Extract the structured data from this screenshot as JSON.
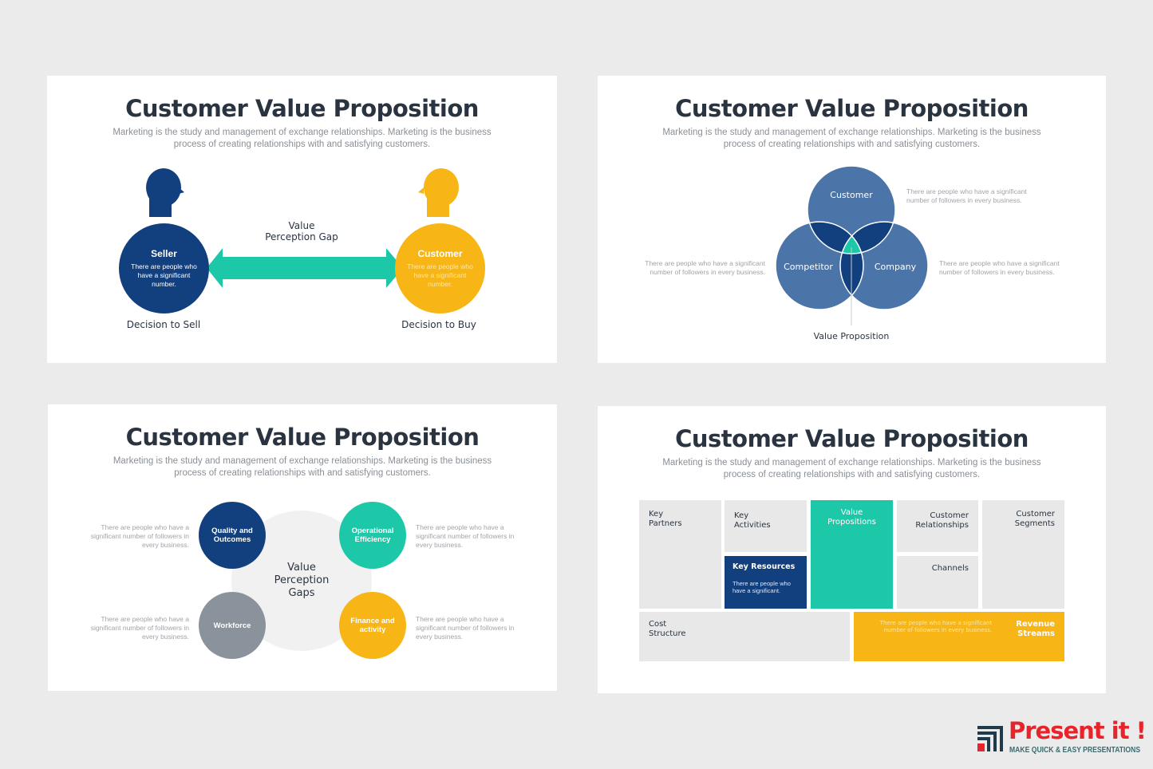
{
  "slide_title": "Customer Value Proposition",
  "slide_subtitle_1": "Marketing is the study and management of exchange relationships. Marketing is the business",
  "slide_subtitle_2": "process of creating relationships with and satisfying customers.",
  "slide1": {
    "gap_label_1": "Value",
    "gap_label_2": "Perception Gap",
    "seller": "Seller",
    "seller_text": "There are people who have a significant number.",
    "customer": "Customer",
    "customer_text": "There are people who have a significant number.",
    "decision_sell": "Decision to Sell",
    "decision_buy": "Decision to Buy"
  },
  "slide2": {
    "customer": "Customer",
    "competitor": "Competitor",
    "company": "Company",
    "value_prop": "Value Proposition",
    "note": "There are people who have a significant number of followers in every business."
  },
  "slide3": {
    "center": "Value Perception Gaps",
    "quality": "Quality and Outcomes",
    "operational": "Operational Efficiency",
    "workforce": "Workforce",
    "finance": "Finance and activity",
    "note": "There are people who have a significant number of followers in every business."
  },
  "slide4": {
    "key_partners": "Key Partners",
    "key_activities": "Key Activities",
    "key_resources": "Key Resources",
    "key_resources_text": "There are people who have a significant.",
    "value_propositions": "Value Propositions",
    "customer_relationships": "Customer Relationships",
    "channels": "Channels",
    "customer_segments": "Customer Segments",
    "cost_structure": "Cost Structure",
    "revenue_streams": "Revenue Streams",
    "revenue_text": "There are people who have a significant number of followers in every business."
  },
  "logo": {
    "brand": "Present it !",
    "tagline": "MAKE QUICK & EASY PRESENTATIONS"
  },
  "colors": {
    "navy": "#123f7e",
    "teal": "#1cc8a8",
    "yellow": "#f7b516",
    "venn": "#4b74a8",
    "gray": "#8a929c",
    "red": "#e8232a"
  }
}
